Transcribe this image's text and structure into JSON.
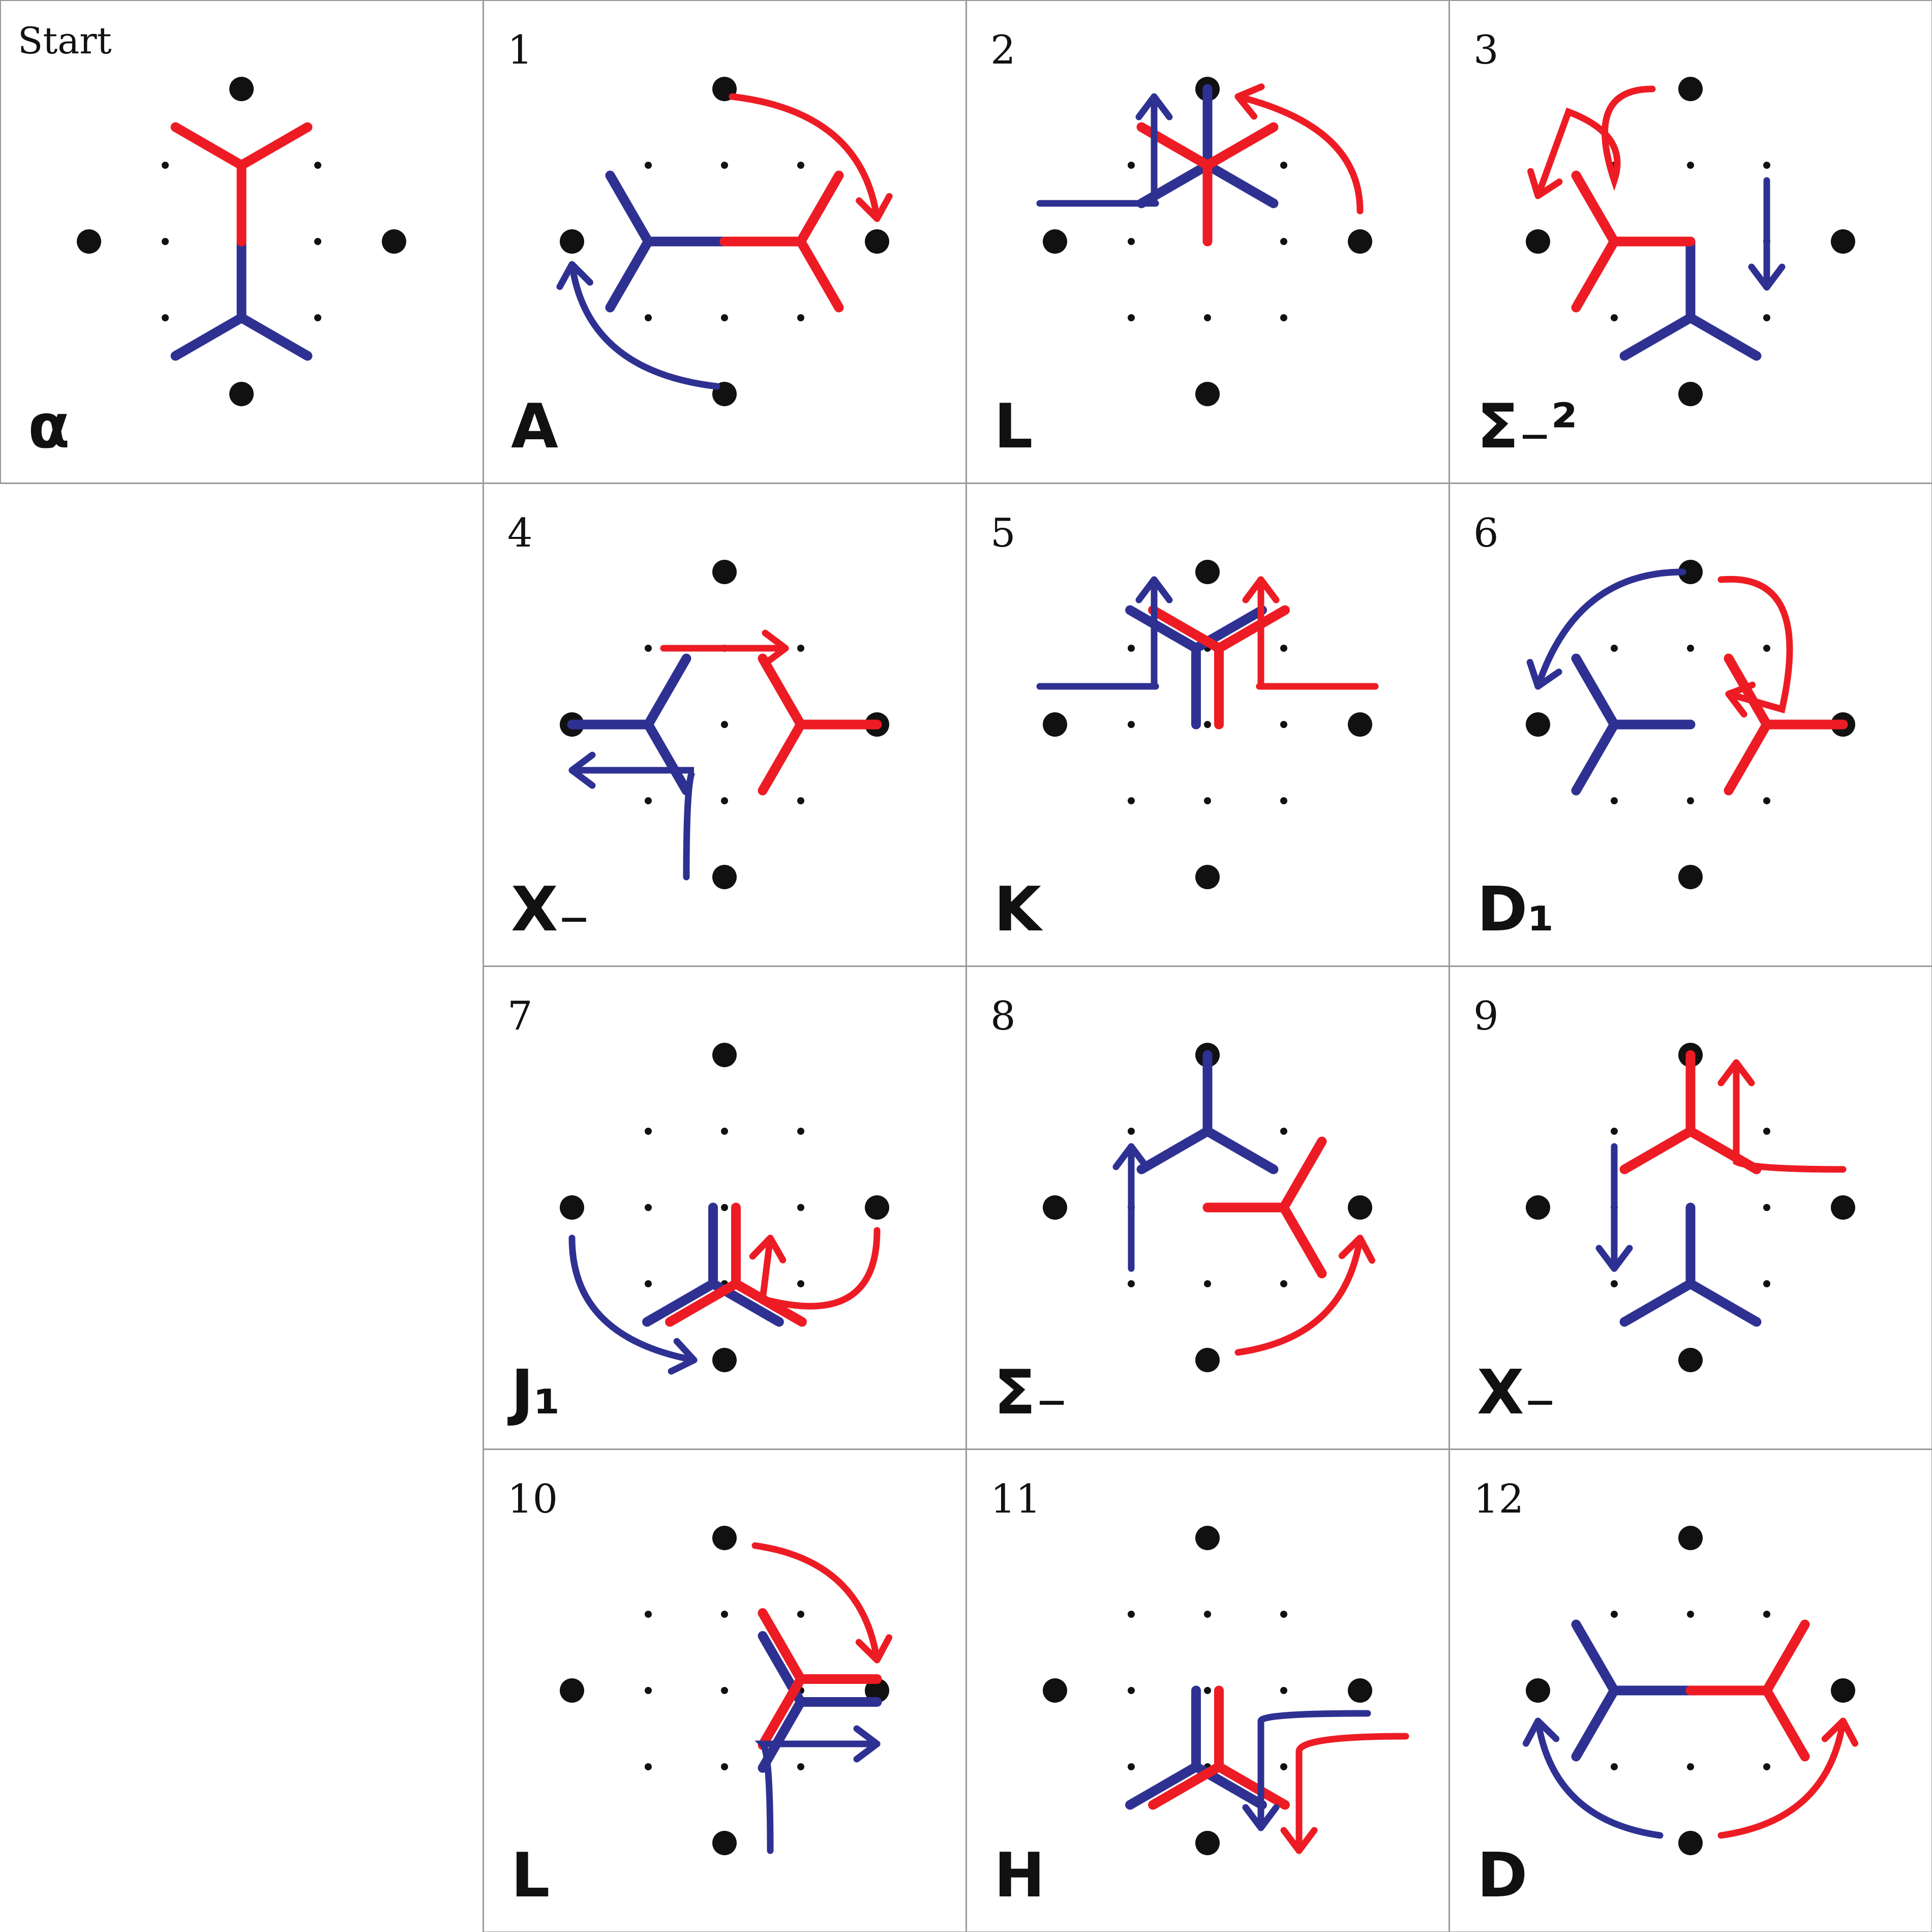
{
  "title": "",
  "colors": {
    "red": "#ed1c24",
    "blue": "#2e3192",
    "grid": "#999999",
    "ink": "#111111"
  },
  "panels": [
    {
      "id": "start",
      "number": "Start",
      "code": "α",
      "red": {
        "c": [
          0,
          -1
        ],
        "tail": "S",
        "prongs": [
          "NW",
          "NE"
        ]
      },
      "blue": {
        "c": [
          0,
          1
        ],
        "tail": "N",
        "prongs": [
          "SW",
          "SE"
        ]
      },
      "red_arrows": [],
      "blue_arrows": []
    },
    {
      "id": "1",
      "number": "1",
      "code": "A",
      "red": {
        "c": [
          1,
          0
        ],
        "tail": "W",
        "prongs": [
          "NE",
          "SE"
        ]
      },
      "blue": {
        "c": [
          -1,
          0
        ],
        "tail": "E",
        "prongs": [
          "NW",
          "SW"
        ]
      },
      "red_arrows": [
        {
          "d": [
            [
              0.1,
              -1.9
            ],
            [
              1.8,
              -1.7
            ],
            [
              2.0,
              -0.3
            ]
          ],
          "head": "chev"
        }
      ],
      "blue_arrows": [
        {
          "d": [
            [
              -0.1,
              1.9
            ],
            [
              -1.8,
              1.7
            ],
            [
              -2.0,
              0.3
            ]
          ],
          "head": "chev"
        }
      ]
    },
    {
      "id": "2",
      "number": "2",
      "code": "L",
      "red": {
        "c": [
          0,
          -1
        ],
        "tail": "S",
        "prongs": [
          "NW",
          "NE"
        ]
      },
      "blue": {
        "c": [
          0,
          -1
        ],
        "tail": "N",
        "prongs": [
          "SW",
          "SE"
        ]
      },
      "red_arrows": [
        {
          "d": [
            [
              2.0,
              -0.4
            ],
            [
              2.0,
              -1.5
            ],
            [
              0.4,
              -1.9
            ]
          ],
          "head": "chev"
        }
      ],
      "blue_arrows": [
        {
          "d": [
            [
              -2.2,
              -0.5
            ],
            [
              -0.5,
              -0.5
            ],
            [
              -0.7,
              -0.5
            ],
            [
              -0.7,
              -1.9
            ]
          ],
          "head": "chev"
        }
      ]
    },
    {
      "id": "3",
      "number": "3",
      "code": "Σ₋²",
      "red": {
        "c": [
          -1,
          0
        ],
        "tail": "E",
        "prongs": [
          "NW",
          "SW"
        ]
      },
      "blue": {
        "c": [
          0,
          1
        ],
        "tail": "N",
        "prongs": [
          "SW",
          "SE"
        ]
      },
      "red_arrows": [
        {
          "d": [
            [
              -0.5,
              -2.0
            ],
            [
              -1.4,
              -2.0
            ],
            [
              -1.0,
              -0.8
            ],
            [
              -0.8,
              -1.4
            ],
            [
              -1.6,
              -1.7
            ],
            [
              -2.0,
              -0.6
            ]
          ],
          "head": "chev"
        }
      ],
      "blue_arrows": [
        {
          "d": [
            [
              1.0,
              -0.8
            ],
            [
              1.0,
              0.6
            ]
          ],
          "head": "chev"
        }
      ]
    },
    {
      "id": "4",
      "number": "4",
      "code": "X₋",
      "red": {
        "c": [
          1,
          0
        ],
        "tail": "E",
        "prongs": [
          "NW",
          "SW"
        ]
      },
      "blue": {
        "c": [
          -1,
          0
        ],
        "tail": "W",
        "prongs": [
          "NE",
          "SE"
        ]
      },
      "red_arrows": [
        {
          "d": [
            [
              -0.8,
              -1.0
            ],
            [
              0.8,
              -1.0
            ]
          ],
          "head": "chev"
        }
      ],
      "blue_arrows": [
        {
          "d": [
            [
              -0.5,
              2.0
            ],
            [
              -0.5,
              0.6
            ],
            [
              -0.4,
              0.6
            ],
            [
              -2.0,
              0.6
            ]
          ],
          "head": "chev"
        }
      ]
    },
    {
      "id": "5",
      "number": "5",
      "code": "K",
      "red": {
        "c": [
          0.15,
          -1
        ],
        "tail": "S",
        "prongs": [
          "NW",
          "NE"
        ]
      },
      "blue": {
        "c": [
          -0.15,
          -1
        ],
        "tail": "S",
        "prongs": [
          "NW",
          "NE"
        ]
      },
      "red_arrows": [
        {
          "d": [
            [
              2.2,
              -0.5
            ],
            [
              0.5,
              -0.5
            ],
            [
              0.7,
              -0.5
            ],
            [
              0.7,
              -1.9
            ]
          ],
          "head": "chev"
        }
      ],
      "blue_arrows": [
        {
          "d": [
            [
              -2.2,
              -0.5
            ],
            [
              -0.5,
              -0.5
            ],
            [
              -0.7,
              -0.5
            ],
            [
              -0.7,
              -1.9
            ]
          ],
          "head": "chev"
        }
      ]
    },
    {
      "id": "6",
      "number": "6",
      "code": "D₁",
      "red": {
        "c": [
          1,
          0
        ],
        "tail": "E",
        "prongs": [
          "NW",
          "SW"
        ]
      },
      "blue": {
        "c": [
          -1,
          0
        ],
        "tail": "E",
        "prongs": [
          "NW",
          "SW"
        ]
      },
      "red_arrows": [
        {
          "d": [
            [
              0.4,
              -1.9
            ],
            [
              1.6,
              -2.0
            ],
            [
              1.2,
              -0.2
            ],
            [
              0.5,
              -0.4
            ]
          ],
          "head": "chev"
        }
      ],
      "blue_arrows": [
        {
          "d": [
            [
              -0.1,
              -2.0
            ],
            [
              -1.5,
              -2.0
            ],
            [
              -2.0,
              -0.5
            ]
          ],
          "head": "chev"
        }
      ]
    },
    {
      "id": "7",
      "number": "7",
      "code": "J₁",
      "red": {
        "c": [
          0.15,
          1
        ],
        "tail": "N",
        "prongs": [
          "SW",
          "SE"
        ]
      },
      "blue": {
        "c": [
          -0.15,
          1
        ],
        "tail": "N",
        "prongs": [
          "SW",
          "SE"
        ]
      },
      "red_arrows": [
        {
          "d": [
            [
              2.0,
              0.3
            ],
            [
              2.0,
              1.6
            ],
            [
              0.5,
              1.2
            ],
            [
              0.6,
              0.4
            ]
          ],
          "head": "chev"
        }
      ],
      "blue_arrows": [
        {
          "d": [
            [
              -2.0,
              0.4
            ],
            [
              -2.0,
              1.7
            ],
            [
              -0.4,
              2.0
            ]
          ],
          "head": "chev"
        }
      ]
    },
    {
      "id": "8",
      "number": "8",
      "code": "Σ₋",
      "red": {
        "c": [
          1,
          0
        ],
        "tail": "W",
        "prongs": [
          "NE",
          "SE"
        ]
      },
      "blue": {
        "c": [
          0,
          -1
        ],
        "tail": "N",
        "prongs": [
          "SW",
          "SE"
        ]
      },
      "red_arrows": [
        {
          "d": [
            [
              0.4,
              1.9
            ],
            [
              1.8,
              1.7
            ],
            [
              2.0,
              0.4
            ]
          ],
          "head": "chev"
        }
      ],
      "blue_arrows": [
        {
          "d": [
            [
              -1.0,
              0.8
            ],
            [
              -1.0,
              -0.8
            ]
          ],
          "head": "chev"
        }
      ]
    },
    {
      "id": "9",
      "number": "9",
      "code": "X₋",
      "red": {
        "c": [
          0,
          -1
        ],
        "tail": "N",
        "prongs": [
          "SW",
          "SE"
        ]
      },
      "blue": {
        "c": [
          0,
          1
        ],
        "tail": "N",
        "prongs": [
          "SW",
          "SE"
        ]
      },
      "red_arrows": [
        {
          "d": [
            [
              2.0,
              -0.5
            ],
            [
              0.8,
              -0.5
            ],
            [
              0.6,
              -0.6
            ],
            [
              0.6,
              -1.9
            ]
          ],
          "head": "chev"
        }
      ],
      "blue_arrows": [
        {
          "d": [
            [
              -1.0,
              -0.8
            ],
            [
              -1.0,
              0.8
            ]
          ],
          "head": "chev"
        }
      ]
    },
    {
      "id": "10",
      "number": "10",
      "code": "L",
      "red": {
        "c": [
          1,
          -0.15
        ],
        "tail": "E",
        "prongs": [
          "NW",
          "SW"
        ]
      },
      "blue": {
        "c": [
          1,
          0.15
        ],
        "tail": "E",
        "prongs": [
          "NW",
          "SW"
        ]
      },
      "red_arrows": [
        {
          "d": [
            [
              0.4,
              -1.9
            ],
            [
              1.8,
              -1.7
            ],
            [
              2.0,
              -0.4
            ]
          ],
          "head": "chev"
        }
      ],
      "blue_arrows": [
        {
          "d": [
            [
              0.6,
              2.1
            ],
            [
              0.6,
              0.8
            ],
            [
              0.5,
              0.7
            ],
            [
              2.0,
              0.7
            ]
          ],
          "head": "chev"
        }
      ]
    },
    {
      "id": "11",
      "number": "11",
      "code": "H",
      "red": {
        "c": [
          0.15,
          1
        ],
        "tail": "N",
        "prongs": [
          "SW",
          "SE"
        ]
      },
      "blue": {
        "c": [
          -0.15,
          1
        ],
        "tail": "N",
        "prongs": [
          "SW",
          "SE"
        ]
      },
      "red_arrows": [
        {
          "d": [
            [
              2.6,
              0.6
            ],
            [
              1.2,
              0.6
            ],
            [
              1.2,
              0.8
            ],
            [
              1.2,
              2.1
            ]
          ],
          "head": "chev"
        }
      ],
      "blue_arrows": [
        {
          "d": [
            [
              2.1,
              0.3
            ],
            [
              0.7,
              0.3
            ],
            [
              0.7,
              0.4
            ],
            [
              0.7,
              1.8
            ]
          ],
          "head": "chev"
        }
      ]
    },
    {
      "id": "12",
      "number": "12",
      "code": "D",
      "red": {
        "c": [
          1,
          0
        ],
        "tail": "W",
        "prongs": [
          "NE",
          "SE"
        ]
      },
      "blue": {
        "c": [
          -1,
          0
        ],
        "tail": "E",
        "prongs": [
          "NW",
          "SW"
        ]
      },
      "red_arrows": [
        {
          "d": [
            [
              0.4,
              1.9
            ],
            [
              1.8,
              1.7
            ],
            [
              2.0,
              0.4
            ]
          ],
          "head": "chev"
        }
      ],
      "blue_arrows": [
        {
          "d": [
            [
              -0.4,
              1.9
            ],
            [
              -1.8,
              1.7
            ],
            [
              -2.0,
              0.4
            ]
          ],
          "head": "chev"
        }
      ]
    }
  ]
}
